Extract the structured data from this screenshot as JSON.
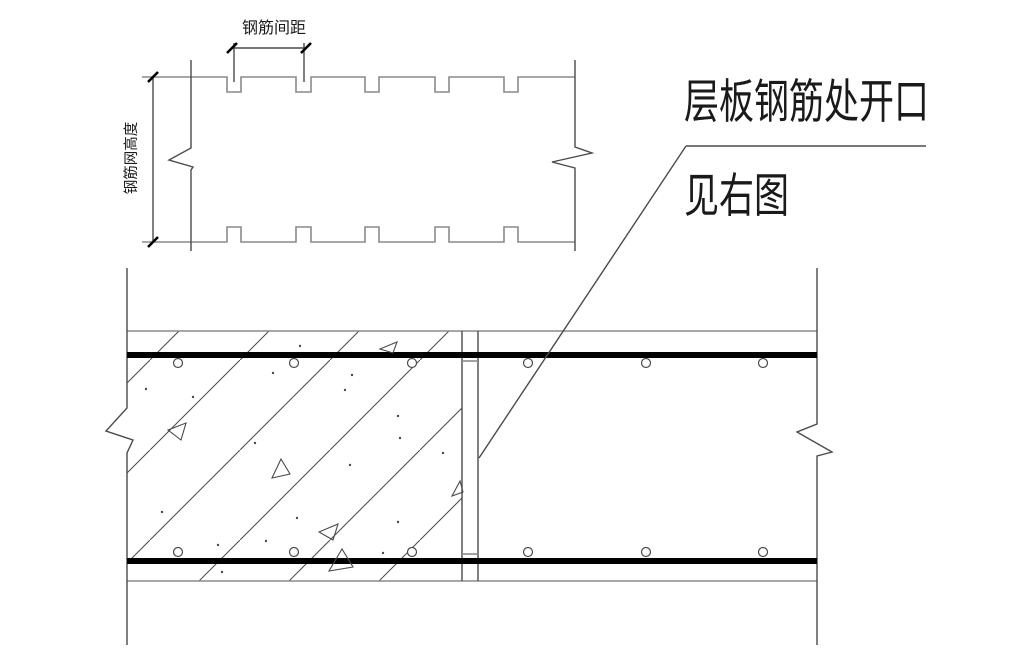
{
  "drawing": {
    "upper_detail": {
      "horizontal_dimension_label": "钢筋间距",
      "vertical_dimension_label": "钢筋网高度"
    },
    "note": {
      "line1": "层板钢筋处开口",
      "line2": "见右图"
    },
    "colors": {
      "background": "#ffffff",
      "edge_gray": "#8a8a8a",
      "line_dark": "#4a4a4a",
      "rebar_black": "#000000",
      "text_color": "#1a1a1a"
    }
  }
}
